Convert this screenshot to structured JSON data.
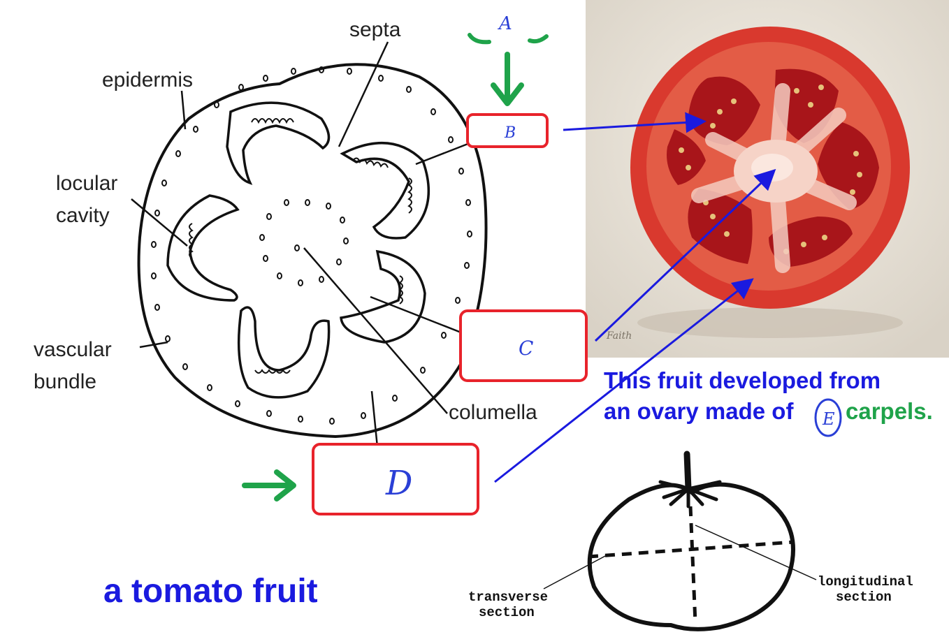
{
  "labels": {
    "septa": "septa",
    "epidermis": "epidermis",
    "locular_line1": "locular",
    "locular_line2": "cavity",
    "vascular_line1": "vascular",
    "vascular_line2": "bundle",
    "columella": "columella"
  },
  "answer_boxes": {
    "a": "A",
    "b": "B",
    "c": "C",
    "d": "D",
    "e": "E"
  },
  "statement": {
    "line1": "This fruit developed from",
    "line2_prefix": "an ovary made of",
    "line2_suffix": "carpels."
  },
  "title": "a tomato fruit",
  "sections": {
    "transverse_line1": "transverse",
    "transverse_line2": "section",
    "longitudinal_line1": "longitudinal",
    "longitudinal_line2": "section"
  },
  "photo_signature": "Faith",
  "colors": {
    "annotation_red": "#e8232b",
    "arrow_blue": "#1a1adf",
    "arrow_green": "#1fa34a",
    "handwriting_blue": "#2a3fd6"
  }
}
